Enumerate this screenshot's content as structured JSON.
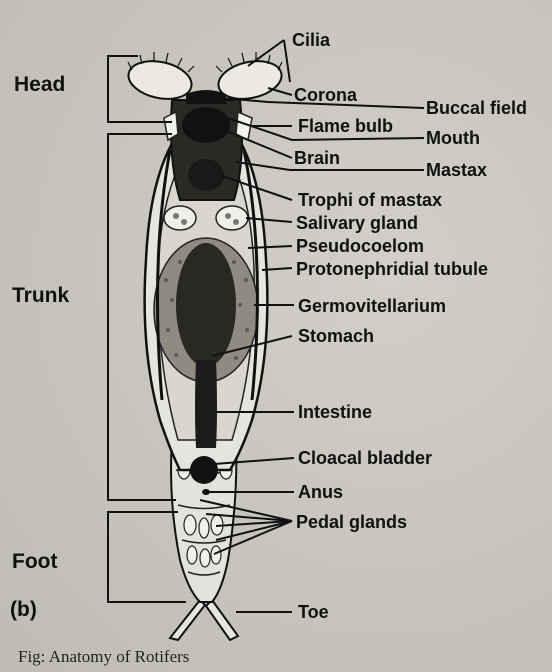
{
  "figure": {
    "panel_label": "(b)",
    "caption": "Fig: Anatomy of Rotifers"
  },
  "sections": [
    {
      "key": "head",
      "label": "Head"
    },
    {
      "key": "trunk",
      "label": "Trunk"
    },
    {
      "key": "foot",
      "label": "Foot"
    }
  ],
  "parts": [
    {
      "key": "cilia",
      "label": "Cilia"
    },
    {
      "key": "corona",
      "label": "Corona"
    },
    {
      "key": "buccal",
      "label": "Buccal field"
    },
    {
      "key": "flame",
      "label": "Flame bulb"
    },
    {
      "key": "mouth",
      "label": "Mouth"
    },
    {
      "key": "brain",
      "label": "Brain"
    },
    {
      "key": "mastax",
      "label": "Mastax"
    },
    {
      "key": "trophi",
      "label": "Trophi of mastax"
    },
    {
      "key": "salivary",
      "label": "Salivary gland"
    },
    {
      "key": "pseudo",
      "label": "Pseudocoelom"
    },
    {
      "key": "proto",
      "label": "Protonephridial tubule"
    },
    {
      "key": "germo",
      "label": "Germovitellarium"
    },
    {
      "key": "stomach",
      "label": "Stomach"
    },
    {
      "key": "intestine",
      "label": "Intestine"
    },
    {
      "key": "cloacal",
      "label": "Cloacal bladder"
    },
    {
      "key": "anus",
      "label": "Anus"
    },
    {
      "key": "pedal",
      "label": "Pedal glands"
    },
    {
      "key": "toe",
      "label": "Toe"
    }
  ]
}
